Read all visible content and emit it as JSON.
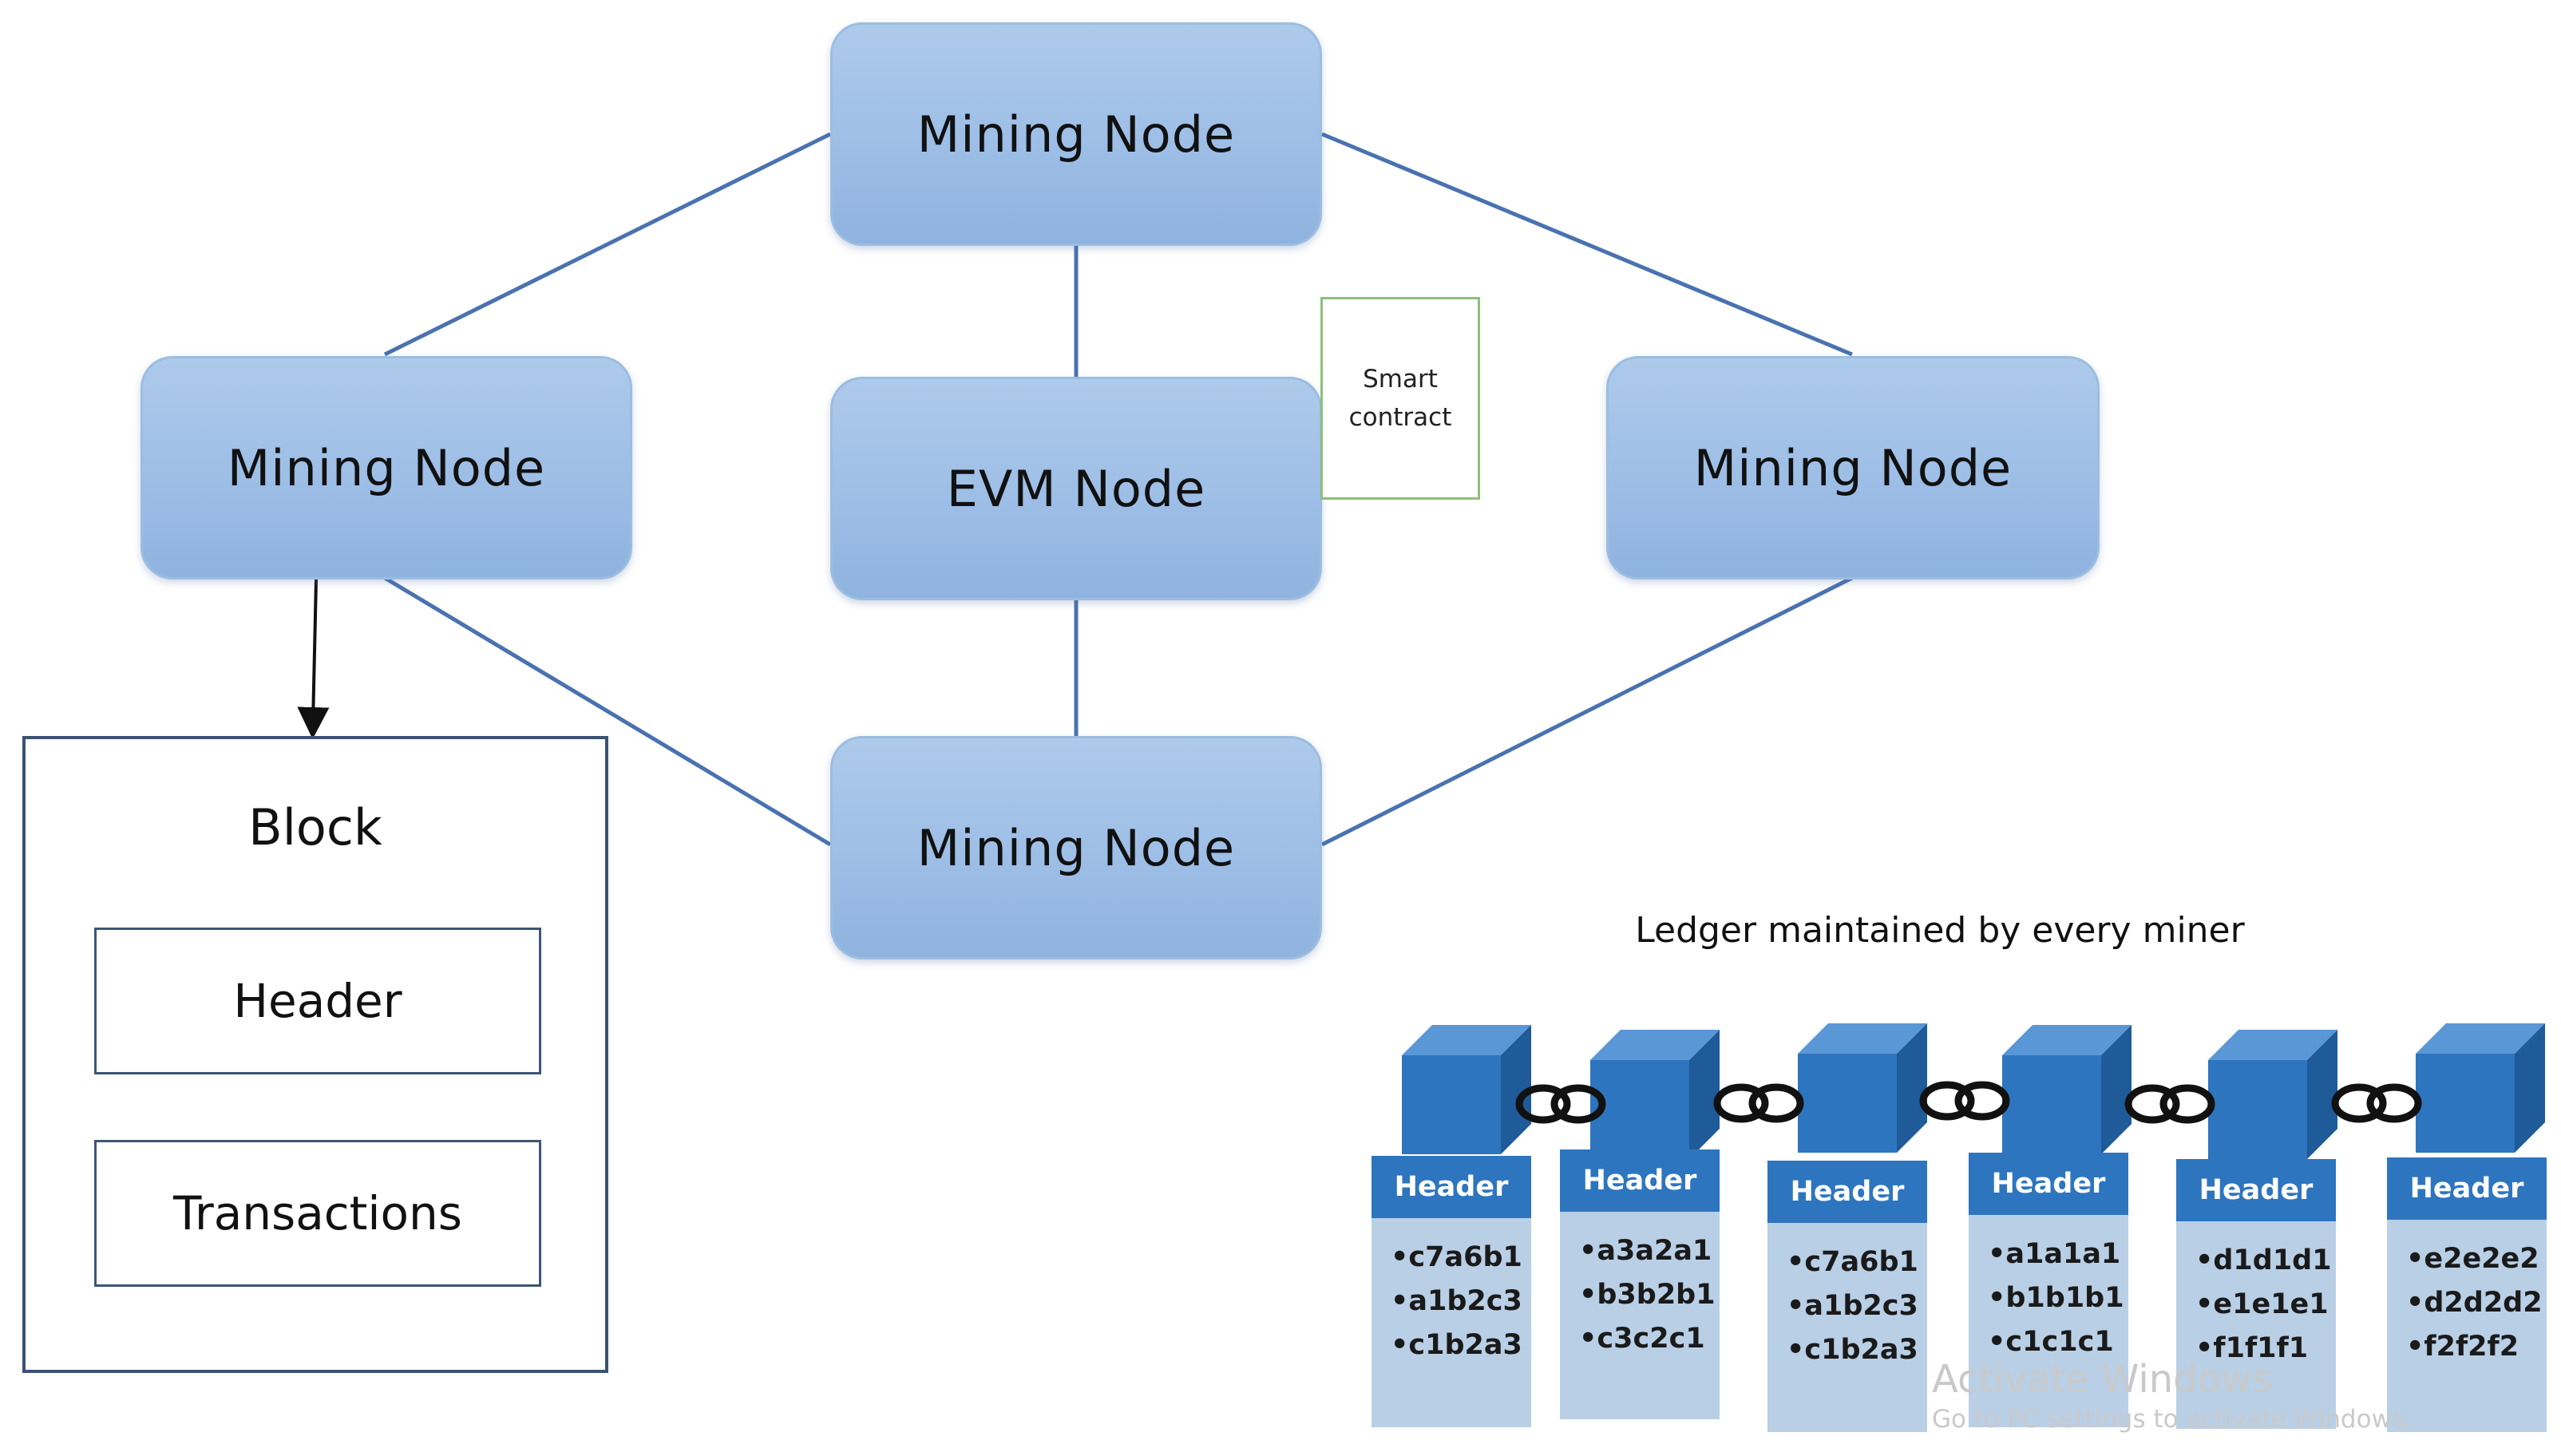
{
  "network": {
    "nodes": [
      {
        "id": "top",
        "label": "Mining Node"
      },
      {
        "id": "left",
        "label": "Mining Node"
      },
      {
        "id": "evm",
        "label": "EVM Node"
      },
      {
        "id": "right",
        "label": "Mining Node"
      },
      {
        "id": "bottom",
        "label": "Mining Node"
      }
    ],
    "smart_contract": "Smart\ncontract",
    "node_color": "#9dbee6",
    "line_color": "#4a72b0"
  },
  "block": {
    "title": "Block",
    "header": "Header",
    "transactions": "Transactions"
  },
  "ledger": {
    "title": "Ledger maintained by every miner",
    "cube_color": "#2e75bf",
    "blocks": [
      {
        "header": "Header",
        "items": [
          "•c7a6b1",
          "•a1b2c3",
          "•c1b2a3"
        ]
      },
      {
        "header": "Header",
        "items": [
          "•a3a2a1",
          "•b3b2b1",
          "•c3c2c1"
        ]
      },
      {
        "header": "Header",
        "items": [
          "•c7a6b1",
          "•a1b2c3",
          "•c1b2a3"
        ]
      },
      {
        "header": "Header",
        "items": [
          "•a1a1a1",
          "•b1b1b1",
          "•c1c1c1"
        ]
      },
      {
        "header": "Header",
        "items": [
          "•d1d1d1",
          "•e1e1e1",
          "•f1f1f1"
        ]
      },
      {
        "header": "Header",
        "items": [
          "•e2e2e2",
          "•d2d2d2",
          "•f2f2f2"
        ]
      }
    ]
  },
  "watermark": {
    "line1": "Activate Windows",
    "line2": "Go to PC settings to activate Windows."
  }
}
